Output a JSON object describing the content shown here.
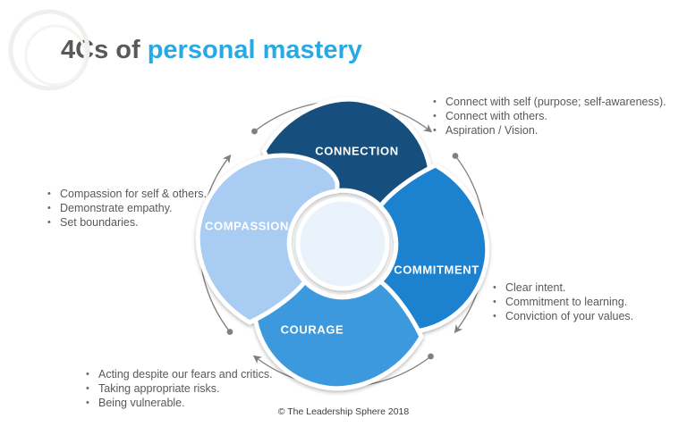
{
  "slide": {
    "title_prefix": "4Cs of",
    "title_highlight": "personal mastery",
    "footer": "© The Leadership Sphere 2018"
  },
  "theme": {
    "title_gray": "#58595B",
    "title_cyan": "#29A9E1",
    "note_text_color": "#595959",
    "label_color": "#FFFFFF",
    "arrow_color": "#808080",
    "center_circle_fill": "#EAF3FC",
    "blade_outline": "#FFFFFF"
  },
  "diagram": {
    "type": "pinwheel-cycle",
    "blades": [
      {
        "id": "connection",
        "label": "CONNECTION",
        "color": "#17507E",
        "notes": [
          "Connect with self (purpose; self-awareness).",
          "Connect with others.",
          "Aspiration / Vision."
        ]
      },
      {
        "id": "commitment",
        "label": "COMMITMENT",
        "color": "#1A81CF",
        "notes": [
          "Clear intent.",
          "Commitment to learning.",
          "Conviction of your values."
        ]
      },
      {
        "id": "courage",
        "label": "COURAGE",
        "color": "#3E99DE",
        "notes": [
          "Acting despite our fears and critics.",
          "Taking appropriate risks.",
          "Being vulnerable."
        ]
      },
      {
        "id": "compassion",
        "label": "COMPASSION",
        "color": "#A9CDF2",
        "notes": [
          "Compassion for self & others.",
          "Demonstrate empathy.",
          "Set boundaries."
        ]
      }
    ]
  }
}
